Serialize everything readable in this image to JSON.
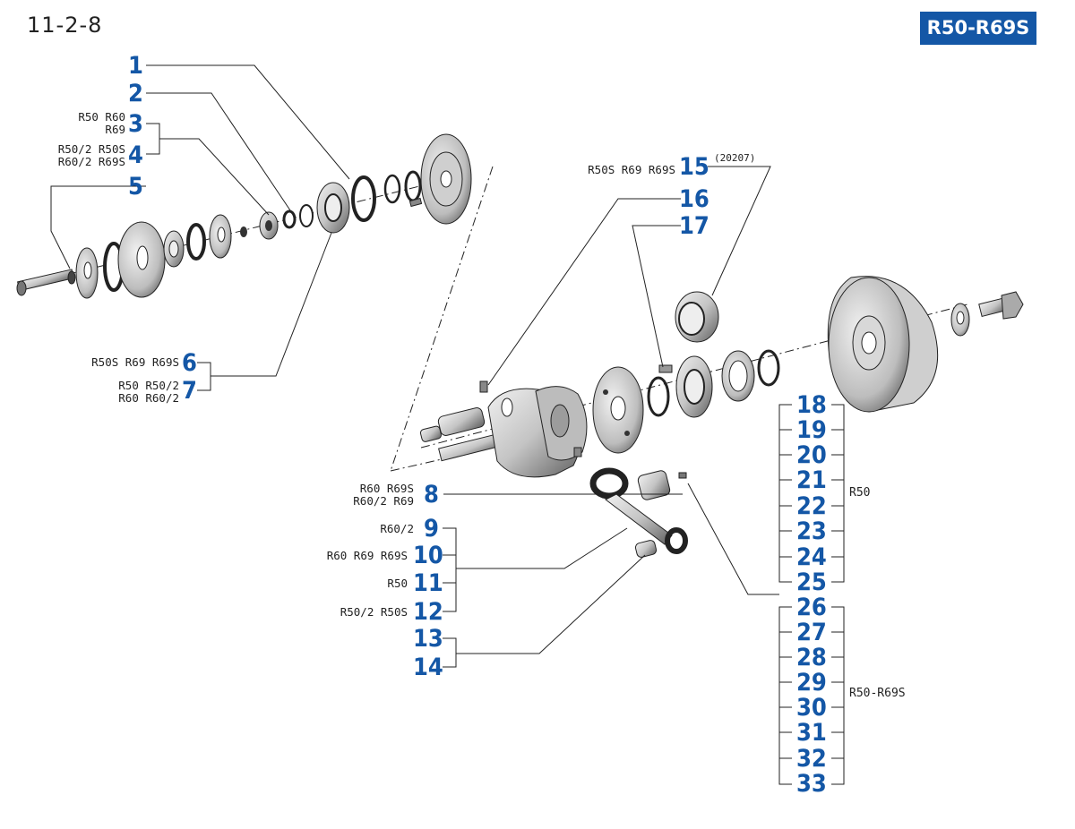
{
  "page_code": "11-2-8",
  "model_badge": "R50-R69S",
  "callouts": [
    {
      "num": "1",
      "models": ""
    },
    {
      "num": "2",
      "models": ""
    },
    {
      "num": "3",
      "models": "R50 R60\nR69"
    },
    {
      "num": "4",
      "models": "R50/2 R50S\nR60/2 R69S"
    },
    {
      "num": "5",
      "models": ""
    },
    {
      "num": "6",
      "models": "R50S R69 R69S"
    },
    {
      "num": "7",
      "models": "R50 R50/2\nR60 R60/2"
    },
    {
      "num": "8",
      "models": "R60 R69S\nR60/2 R69"
    },
    {
      "num": "9",
      "models": "R60/2"
    },
    {
      "num": "10",
      "models": "R60 R69 R69S"
    },
    {
      "num": "11",
      "models": "R50"
    },
    {
      "num": "12",
      "models": "R50/2 R50S"
    },
    {
      "num": "13",
      "models": ""
    },
    {
      "num": "14",
      "models": ""
    },
    {
      "num": "15",
      "models": "R50S R69 R69S",
      "note": "(20207)"
    },
    {
      "num": "16",
      "models": ""
    },
    {
      "num": "17",
      "models": ""
    },
    {
      "num": "18",
      "models": ""
    },
    {
      "num": "19",
      "models": ""
    },
    {
      "num": "20",
      "models": ""
    },
    {
      "num": "21",
      "models": ""
    },
    {
      "num": "22",
      "models": ""
    },
    {
      "num": "23",
      "models": ""
    },
    {
      "num": "24",
      "models": ""
    },
    {
      "num": "25",
      "models": ""
    },
    {
      "num": "26",
      "models": ""
    },
    {
      "num": "27",
      "models": ""
    },
    {
      "num": "28",
      "models": ""
    },
    {
      "num": "29",
      "models": ""
    },
    {
      "num": "30",
      "models": ""
    },
    {
      "num": "31",
      "models": ""
    },
    {
      "num": "32",
      "models": ""
    },
    {
      "num": "33",
      "models": ""
    }
  ],
  "group_labels": {
    "g18_25": "R50",
    "g26_33": "R50-R69S"
  },
  "colors": {
    "callout_blue": "#1457a6",
    "line": "#222222",
    "part_fill": "#d6d6d6",
    "part_dark": "#555555"
  }
}
